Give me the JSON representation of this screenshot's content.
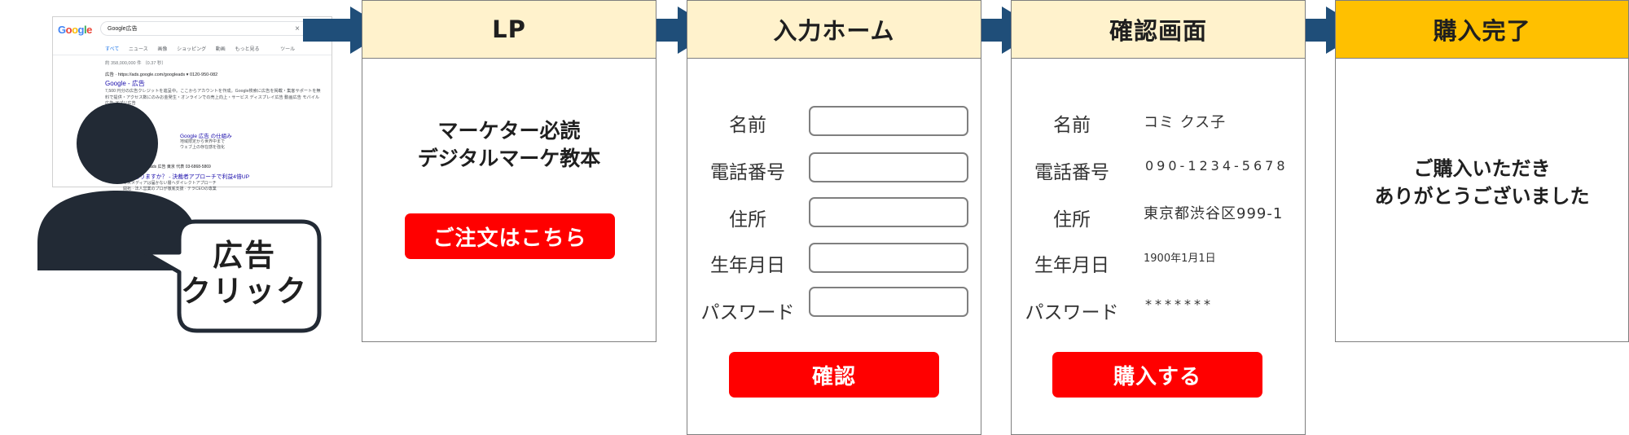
{
  "serp": {
    "logo": "Google",
    "query": "Google広告",
    "clear_icon": "×",
    "tabs": [
      "すべて",
      "ニュース",
      "画像",
      "ショッピング",
      "動画",
      "もっと見る",
      "ツール"
    ],
    "stats": "約 358,000,000 件 （0.37 秒）",
    "ad_header": "広告 · https://ads.google.com/googleads ▾ 0120-950-082",
    "ad_title": "Google - 広告",
    "ad_text": "7,500 円分の広告クレジットを進呈中。ここからアカウントを作成。Google検索に広告を掲載・集客サポートを無料で提供・アクセス数にのみお金発生・オンラインでの売上向上・サービス ディスプレイ広告 動画広告 モバイル広告 アプリ広告",
    "left_text": "を見る\n者を発見",
    "sub_title": "Google 広告 の仕組み",
    "sub_text": "地域限定から世界中まで\nウェブ上の存在感を強化",
    "ad2_header": "www.gyosei.jp/ads 広告 東京 代表 03-6868-5869",
    "ad2_title": "企業ありますか？ - 決裁者アプローチで利益4倍UP",
    "ad2_text": "マスメディアは届かない層へダイレクトアプローチ\n開拓 · 法人営業のプロが徹底支援 · テラCEOの専業"
  },
  "bubble": {
    "line1": "広告",
    "line2": "クリック"
  },
  "steps": {
    "lp": {
      "title": "LP",
      "copy_line1": "マーケター必読",
      "copy_line2": "デジタルマーケ教本",
      "button": "ご注文はこちら"
    },
    "form": {
      "title": "入力ホーム",
      "labels": [
        "名前",
        "電話番号",
        "住所",
        "生年月日",
        "パスワード"
      ],
      "button": "確認"
    },
    "confirm": {
      "title": "確認画面",
      "labels": [
        "名前",
        "電話番号",
        "住所",
        "生年月日",
        "パスワード"
      ],
      "values": [
        "コミ クス子",
        "090-1234-5678",
        "東京都渋谷区999-1",
        "1900年1月1日",
        "*******"
      ],
      "button": "購入する"
    },
    "done": {
      "title": "購入完了",
      "line1": "ご購入いただき",
      "line2": "ありがとうございました"
    }
  },
  "colors": {
    "arrow": "#1f4e79",
    "header": "#fff2cc",
    "header_done": "#ffc000",
    "button": "#ff0000",
    "person": "#222a35"
  }
}
